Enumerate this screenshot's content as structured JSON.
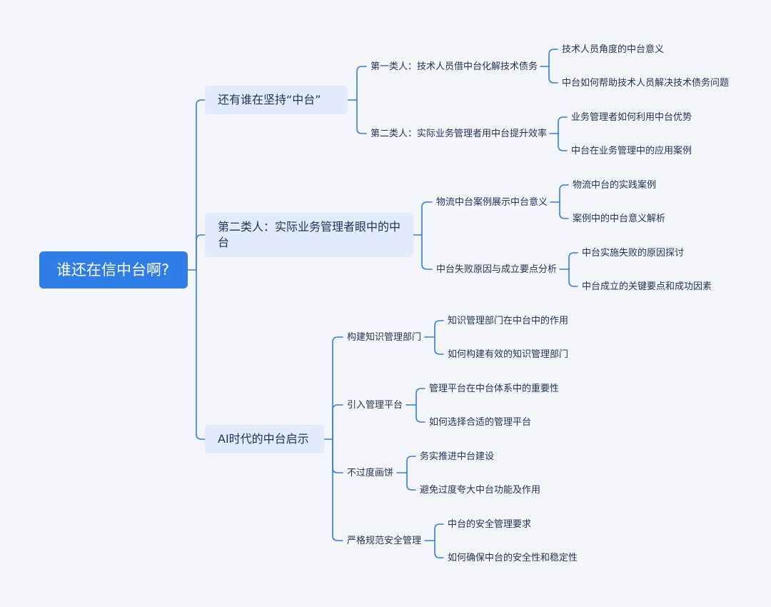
{
  "mindmap": {
    "root": "谁还在信中台啊?",
    "branches": [
      {
        "label": "还有谁在坚持“中台”",
        "children": [
          {
            "label": "第一类人：技术人员借中台化解技术债务",
            "leaves": [
              "技术人员角度的中台意义",
              "中台如何帮助技术人员解决技术债务问题"
            ]
          },
          {
            "label": "第二类人：实际业务管理者用中台提升效率",
            "leaves": [
              "业务管理者如何利用中台优势",
              "中台在业务管理中的应用案例"
            ]
          }
        ]
      },
      {
        "label": "第二类人：实际业务管理者眼中的中台",
        "children": [
          {
            "label": "物流中台案例展示中台意义",
            "leaves": [
              "物流中台的实践案例",
              "案例中的中台意义解析"
            ]
          },
          {
            "label": "中台失败原因与成立要点分析",
            "leaves": [
              "中台实施失败的原因探讨",
              "中台成立的关键要点和成功因素"
            ]
          }
        ]
      },
      {
        "label": "AI时代的中台启示",
        "children": [
          {
            "label": "构建知识管理部门",
            "leaves": [
              "知识管理部门在中台中的作用",
              "如何构建有效的知识管理部门"
            ]
          },
          {
            "label": "引入管理平台",
            "leaves": [
              "管理平台在中台体系中的重要性",
              "如何选择合适的管理平台"
            ]
          },
          {
            "label": "不过度画饼",
            "leaves": [
              "务实推进中台建设",
              "避免过度夸大中台功能及作用"
            ]
          },
          {
            "label": "严格规范安全管理",
            "leaves": [
              "中台的安全管理要求",
              "如何确保中台的安全性和稳定性"
            ]
          }
        ]
      }
    ]
  },
  "colors": {
    "background": "#f4f5f8",
    "root_fill": "#2f7de6",
    "branch_fill": "#e1ebfb",
    "connector": "#2f7de6",
    "text": "#23335a"
  }
}
